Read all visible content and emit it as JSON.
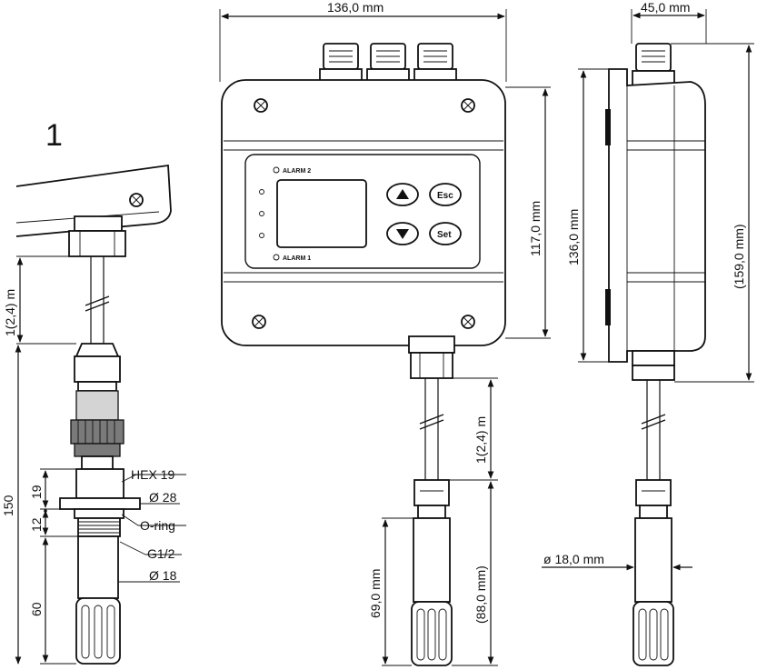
{
  "figure_number": "1",
  "dimensions": {
    "top_width": "136,0 mm",
    "side_depth": "45,0 mm",
    "front_height": "117,0 mm",
    "side_height": "136,0 mm",
    "side_total_height": "(159,0 mm)",
    "cable_length_front": "1(2,4) m",
    "cable_length_left": "1(2,4) m",
    "probe_length": "69,0 mm",
    "probe_total": "(88,0 mm)",
    "probe_diameter": "ø 18,0 mm",
    "left_total": "150",
    "left_19": "19",
    "left_12": "12",
    "left_60": "60"
  },
  "callouts": {
    "hex": "HEX 19",
    "d28": "Ø 28",
    "oring": "O-ring",
    "thread": "G1/2",
    "d18": "Ø 18"
  },
  "panel": {
    "alarm2": "ALARM 2",
    "alarm1": "ALARM 1",
    "esc": "Esc",
    "set": "Set"
  }
}
